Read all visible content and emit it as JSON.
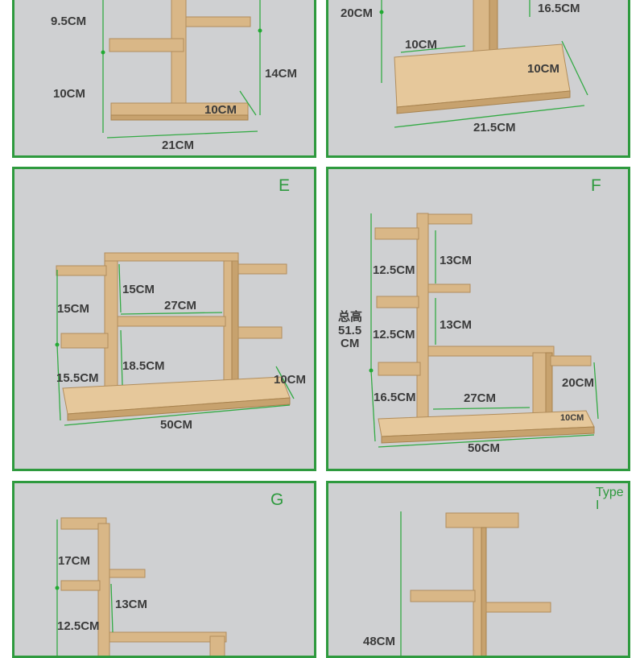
{
  "panels": {
    "c": {
      "letter": "",
      "dims": {
        "d1": "9.5CM",
        "d2": "10CM",
        "d3": "14CM",
        "d4": "10CM",
        "d5": "21CM"
      }
    },
    "d": {
      "letter": "",
      "dims": {
        "d1": "20CM",
        "d2": "16.5CM",
        "d3": "10CM",
        "d4": "10CM",
        "d5": "21.5CM"
      }
    },
    "e": {
      "letter": "E",
      "dims": {
        "d1": "15CM",
        "d2": "15CM",
        "d3": "27CM",
        "d4": "15.5CM",
        "d5": "18.5CM",
        "d6": "10CM",
        "d7": "50CM"
      }
    },
    "f": {
      "letter": "F",
      "dims": {
        "d1": "13CM",
        "d2": "12.5CM",
        "d3": "13CM",
        "d4": "12.5CM",
        "d5": "总高",
        "d6": "51.5",
        "d7": "CM",
        "d8": "16.5CM",
        "d9": "27CM",
        "d10": "20CM",
        "d11": "10CM",
        "d12": "50CM"
      }
    },
    "g": {
      "letter": "G",
      "dims": {
        "d1": "17CM",
        "d2": "13CM",
        "d3": "12.5CM"
      }
    },
    "h": {
      "letter_line1": "Type",
      "letter_line2": "I",
      "dims": {
        "d1": "48CM"
      }
    }
  },
  "colors": {
    "frame": "#2e9a3e",
    "background": "#cfd0d2",
    "wood": "#d9b787",
    "leader": "#33aa44"
  }
}
